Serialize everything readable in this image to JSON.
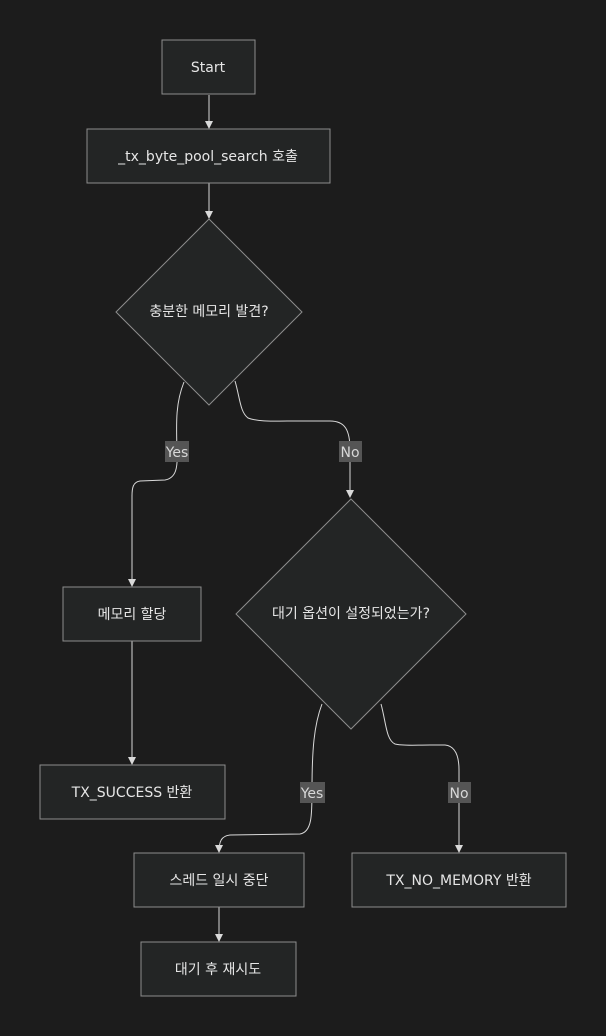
{
  "nodes": {
    "start": "Start",
    "call_search": "_tx_byte_pool_search 호출",
    "decision_memory": "충분한 메모리 발견?",
    "allocate": "메모리 할당",
    "decision_wait": "대기 옵션이 설정되었는가?",
    "return_success": "TX_SUCCESS 반환",
    "suspend_thread": "스레드 일시 중단",
    "return_no_memory": "TX_NO_MEMORY 반환",
    "wait_retry": "대기 후 재시도"
  },
  "edges": {
    "memory_yes": "Yes",
    "memory_no": "No",
    "wait_yes": "Yes",
    "wait_no": "No"
  }
}
